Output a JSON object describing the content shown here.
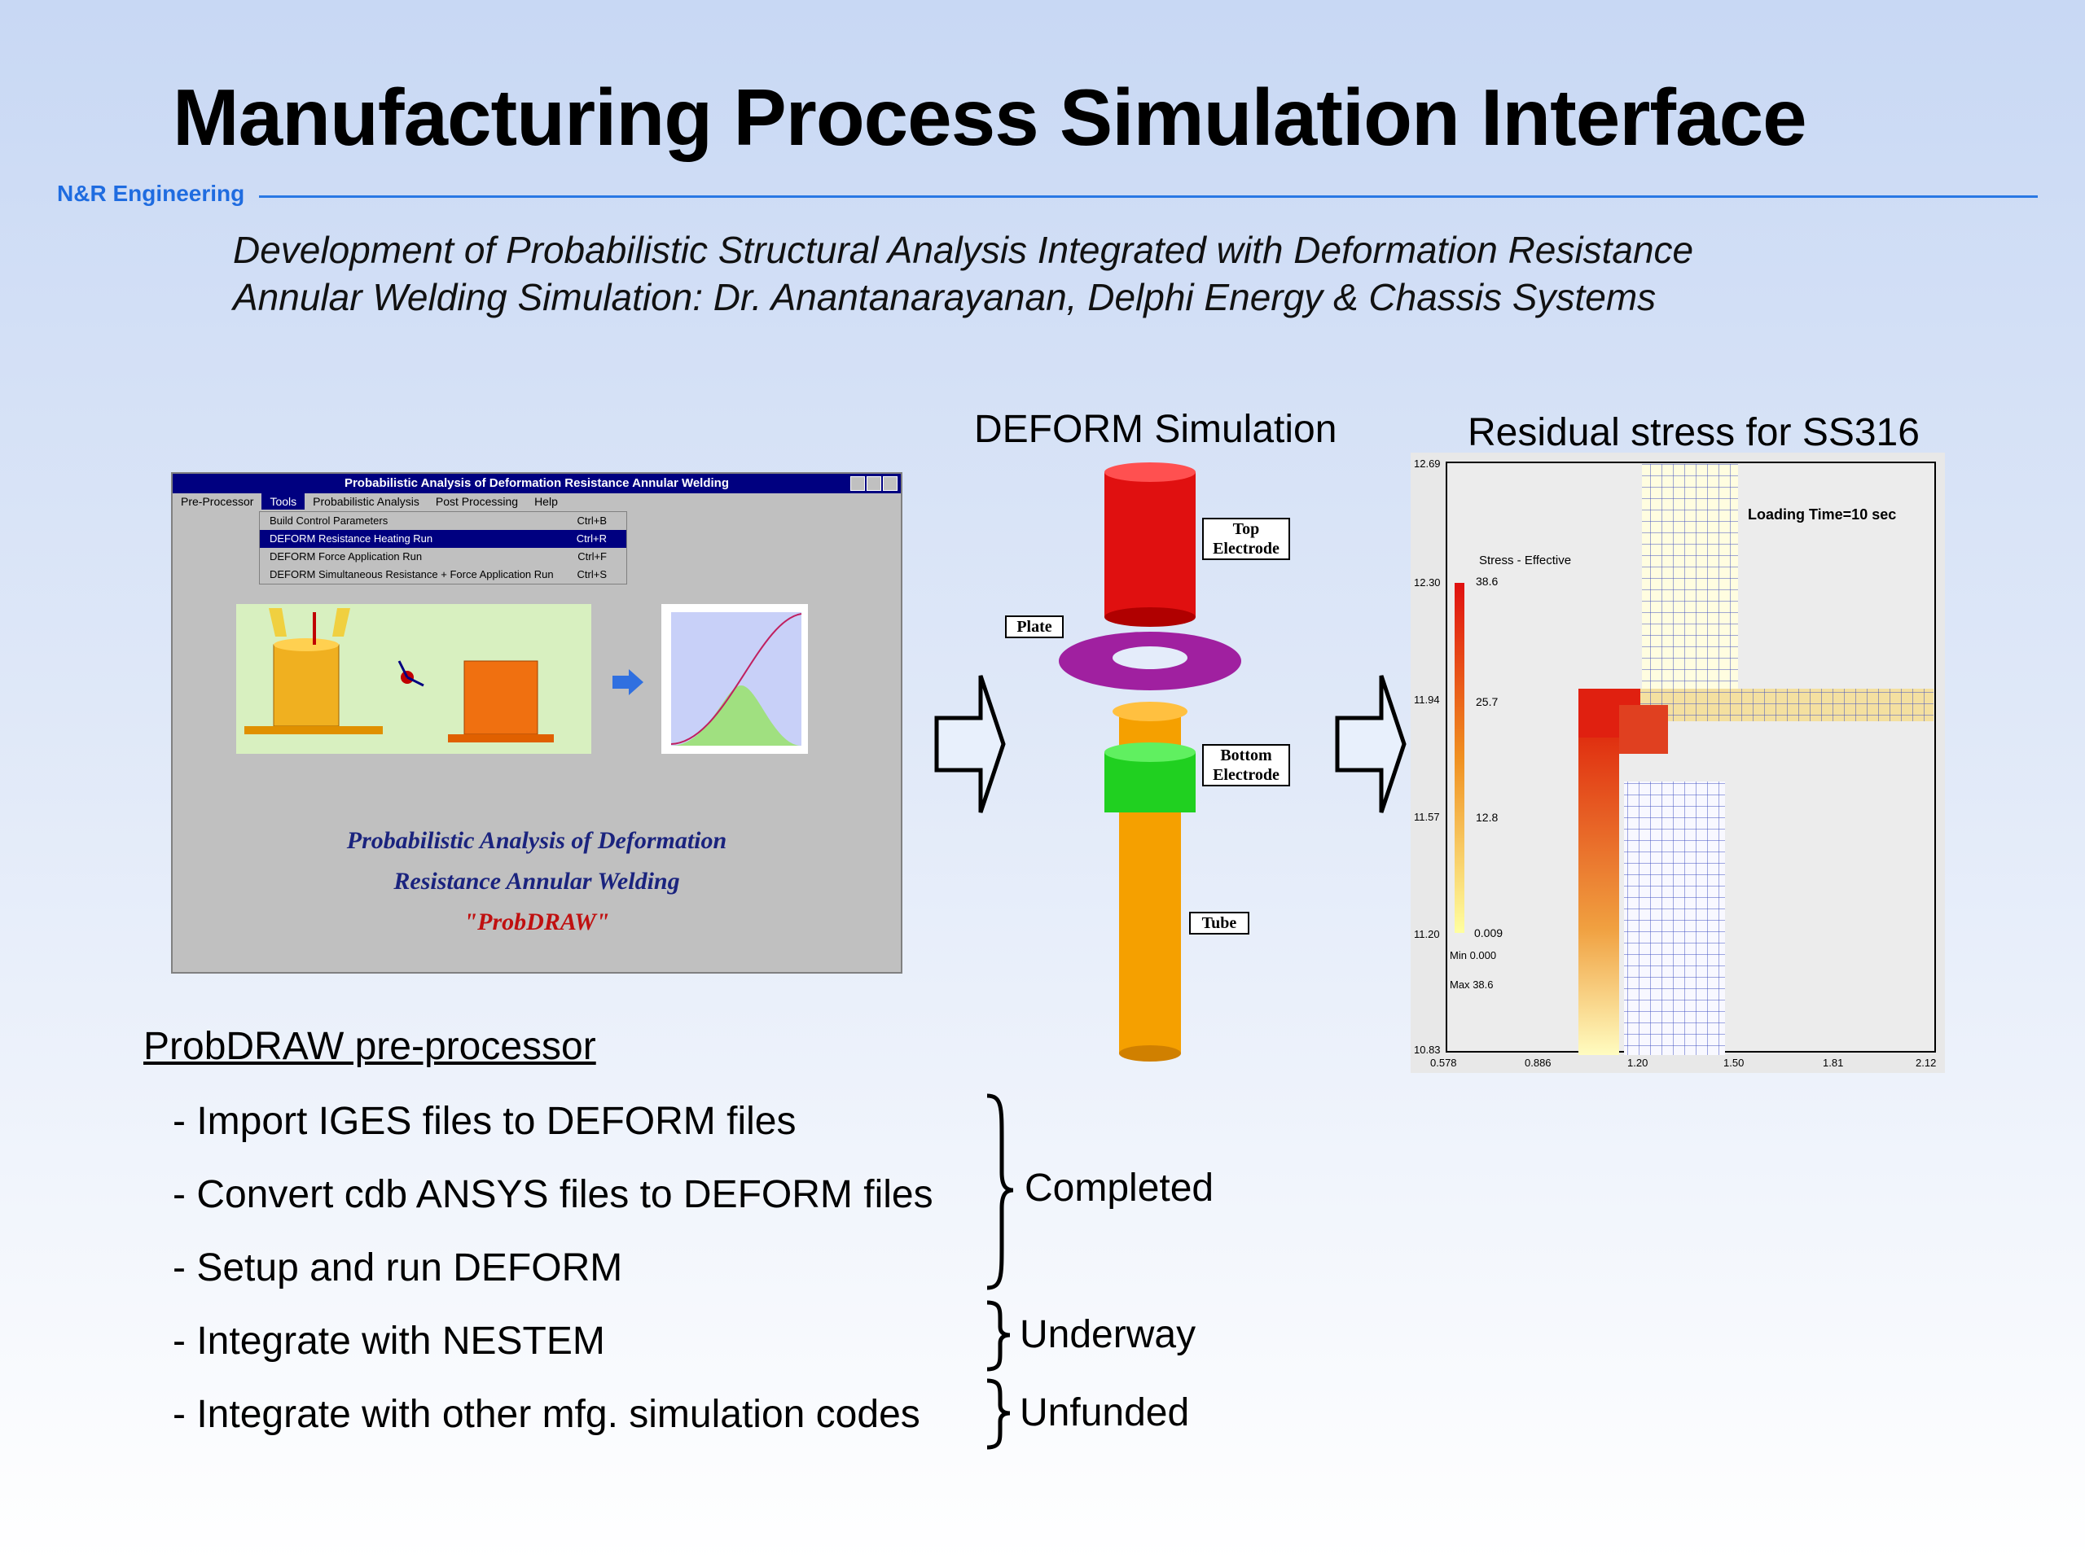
{
  "header": {
    "title": "Manufacturing Process Simulation Interface",
    "brand": "N&R Engineering",
    "subtitle_line1": "Development of Probabilistic Structural Analysis Integrated with Deformation Resistance",
    "subtitle_line2": "Annular Welding Simulation: Dr. Anantanarayanan, Delphi Energy & Chassis Systems"
  },
  "probdraw_window": {
    "title": "Probabilistic Analysis of Deformation Resistance Annular Welding",
    "menu": [
      "Pre-Processor",
      "Tools",
      "Probabilistic Analysis",
      "Post Processing",
      "Help"
    ],
    "dropdown": [
      {
        "label": "Build Control Parameters",
        "shortcut": "Ctrl+B"
      },
      {
        "label": "DEFORM Resistance Heating Run",
        "shortcut": "Ctrl+R"
      },
      {
        "label": "DEFORM Force Application Run",
        "shortcut": "Ctrl+F"
      },
      {
        "label": "DEFORM Simultaneous Resistance + Force Application Run",
        "shortcut": "Ctrl+S"
      }
    ],
    "caption_line1": "Probabilistic Analysis of Deformation",
    "caption_line2": "Resistance Annular Welding",
    "caption_line3": "\"ProbDRAW\""
  },
  "deform": {
    "caption": "DEFORM Simulation",
    "labels": {
      "top_electrode_1": "Top",
      "top_electrode_2": "Electrode",
      "plate": "Plate",
      "bottom_electrode_1": "Bottom",
      "bottom_electrode_2": "Electrode",
      "tube": "Tube"
    }
  },
  "residual": {
    "caption": "Residual stress for SS316",
    "loading_time": "Loading Time=10 sec",
    "legend_title": "Stress - Effective",
    "legend_values": [
      "38.6",
      "25.7",
      "12.8",
      "0.009"
    ],
    "min_label": "Min",
    "min_value": "0.000",
    "max_label": "Max",
    "max_value": "38.6",
    "y_ticks": [
      "12.69",
      "12.30",
      "11.94",
      "11.57",
      "11.20",
      "10.83"
    ],
    "x_ticks": [
      "0.578",
      "0.886",
      "1.20",
      "1.50",
      "1.81",
      "2.12"
    ]
  },
  "tasks": {
    "heading": "ProbDRAW pre-processor",
    "items": [
      "- Import IGES files to DEFORM files",
      "- Convert cdb ANSYS files to DEFORM files",
      "- Setup and run DEFORM",
      "- Integrate with NESTEM",
      "- Integrate with other mfg. simulation codes"
    ],
    "status_completed": "Completed",
    "status_underway": "Underway",
    "status_unfunded": "Unfunded"
  }
}
